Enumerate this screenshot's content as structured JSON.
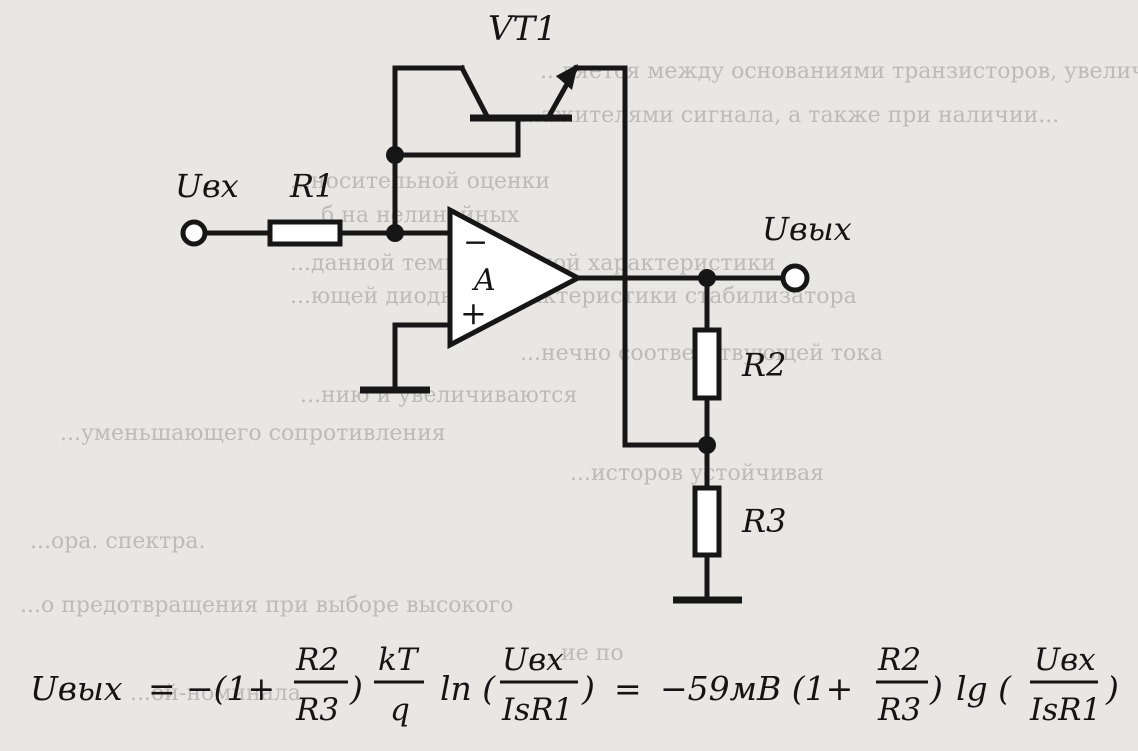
{
  "labels": {
    "vt1": "VT1",
    "uvx": "Uвх",
    "r1": "R1",
    "uvyx": "Uвых",
    "r2": "R2",
    "r3": "R3",
    "op_minus": "−",
    "op_plus": "+",
    "op_a": "A"
  },
  "formula": {
    "lhs": "Uвых",
    "eq1": "=",
    "part1": "−(1+",
    "frac1_num": "R2",
    "frac1_den": "R3",
    "close1": ")",
    "kt_num": "kT",
    "kt_den": "q",
    "ln": "ln (",
    "frac2_num": "Uвх",
    "frac2_den": "IsR1",
    "close2": ")",
    "eq2": "=",
    "part2": "−59мВ  (1+",
    "frac3_num": "R2",
    "frac3_den": "R3",
    "close3": ")",
    "lg": "lg (",
    "frac4_num": "Uвх",
    "frac4_den": "IsR1",
    "close4": ")"
  },
  "bleed_through_text": [
    "...ляется между основаниями транзисторов, увеличивается",
    "...ажителями сигнала, а также при наличии...",
    "...носительной оценки",
    "...б на нелинейных",
    "...данной температурной характеристики",
    "...ющей диодной характеристики стабилизатора",
    "...нечно соответствующей тока",
    "...нию и увеличиваются",
    "...уменьшающего сопротивления",
    "...исторов устойчивая",
    "...ора.  спектра.",
    "...о предотвращения при выборе высокого",
    "...ие по",
    "...ой-номинала"
  ]
}
